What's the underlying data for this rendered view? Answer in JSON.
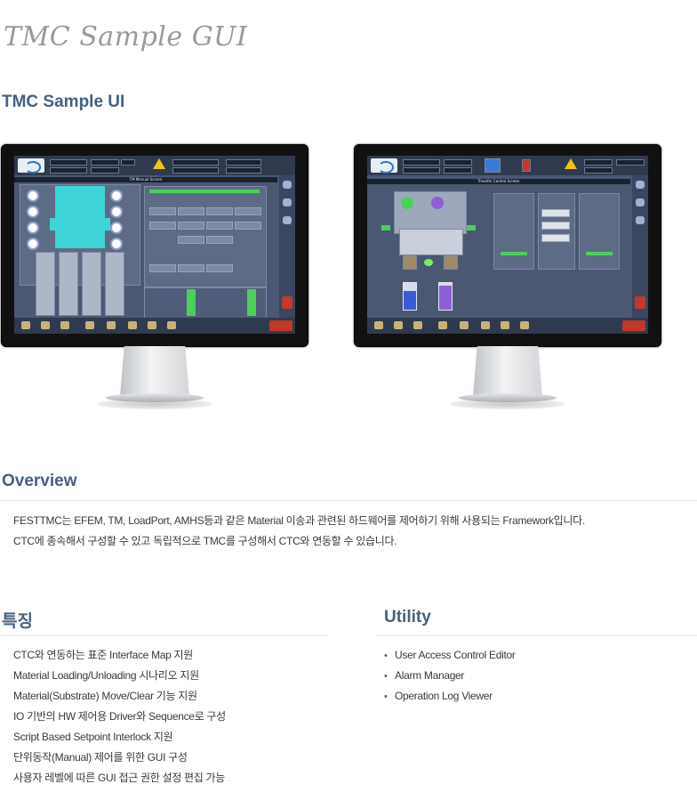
{
  "page": {
    "title": "TMC Sample GUI",
    "section_heading": "TMC Sample UI"
  },
  "screens": {
    "left_title": "TM Manual Screen",
    "right_title": "Transfer Control Screen"
  },
  "overview": {
    "heading": "Overview",
    "lines": [
      "FESTTMC는 EFEM, TM, LoadPort, AMHS등과 같은 Material 이송과 관련된 하드웨어를 제어하기 위해 사용되는 Framework입니다.",
      "CTC에 종속해서 구성할 수 있고 독립적으로 TMC를 구성해서 CTC와 연동할 수 있습니다."
    ]
  },
  "features": {
    "heading": "특징",
    "items": [
      "CTC와 연동하는 표준 Interface Map 지원",
      "Material Loading/Unloading 시나리오 지원",
      "Material(Substrate) Move/Clear 기능 지원",
      "IO 기반의 HW 제어용 Driver와 Sequence로 구성",
      "Script Based Setpoint Interlock 지원",
      "단위동작(Manual) 제어를 위한 GUI 구성",
      "사용자 레벨에 따른 GUI 접근 권한 설정 편집 가능"
    ]
  },
  "utility": {
    "heading": "Utility",
    "items": [
      "User Access Control Editor",
      "Alarm Manager",
      "Operation Log Viewer"
    ]
  },
  "colors": {
    "heading": "#47607f",
    "screen_bg": "#4a5873",
    "accent_cyan": "#3fd5d8"
  }
}
